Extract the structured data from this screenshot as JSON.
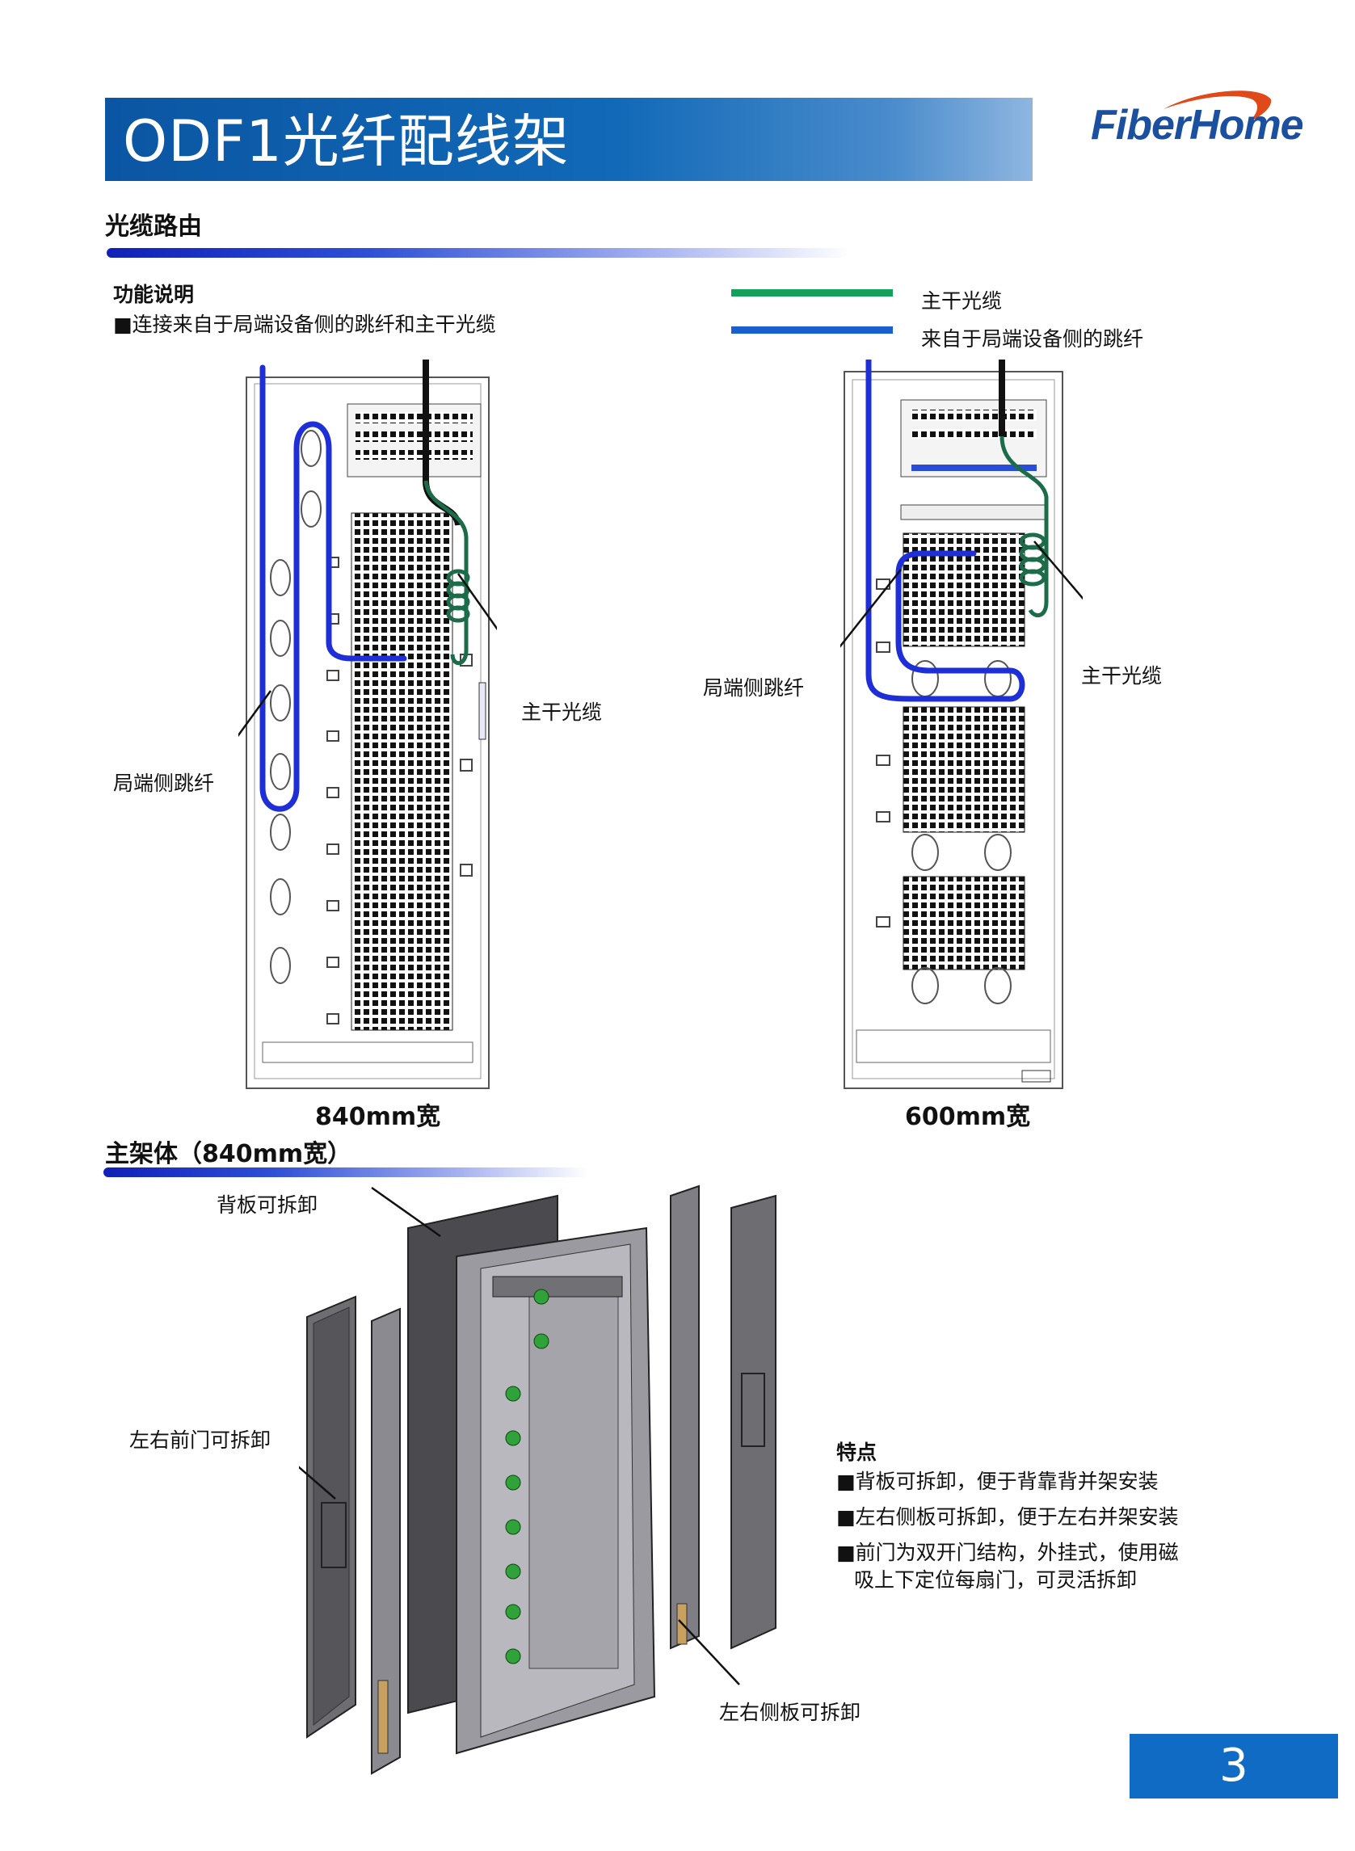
{
  "header": {
    "title": "ODF1光纤配线架",
    "logo_text": "FiberHome",
    "accent_color": "#0b56a3",
    "logo_swoosh_color": "#e04a1a"
  },
  "section1": {
    "title": "光缆路由",
    "subheading": "功能说明",
    "bullet": "■连接来自于局端设备侧的跳纤和主干光缆",
    "legend": [
      {
        "label": "主干光缆",
        "color": "#12a05a"
      },
      {
        "label": "来自于局端设备侧的跳纤",
        "color": "#1a5fd0"
      }
    ],
    "figure_840": {
      "label_local": "局端侧跳纤",
      "label_trunk": "主干光缆",
      "caption": "840mm宽"
    },
    "figure_600": {
      "label_local": "局端侧跳纤",
      "label_trunk": "主干光缆",
      "caption": "600mm宽"
    }
  },
  "section2": {
    "title": "主架体（840mm宽）",
    "label_back": "背板可拆卸",
    "label_front": "左右前门可拆卸",
    "label_side": "左右侧板可拆卸",
    "features_title": "特点",
    "features": [
      "■背板可拆卸，便于背靠背并架安装",
      "■左右侧板可拆卸，便于左右并架安装",
      "■前门为双开门结构，外挂式，使用磁",
      "吸上下定位每扇门，可灵活拆卸"
    ]
  },
  "page_number": "3"
}
